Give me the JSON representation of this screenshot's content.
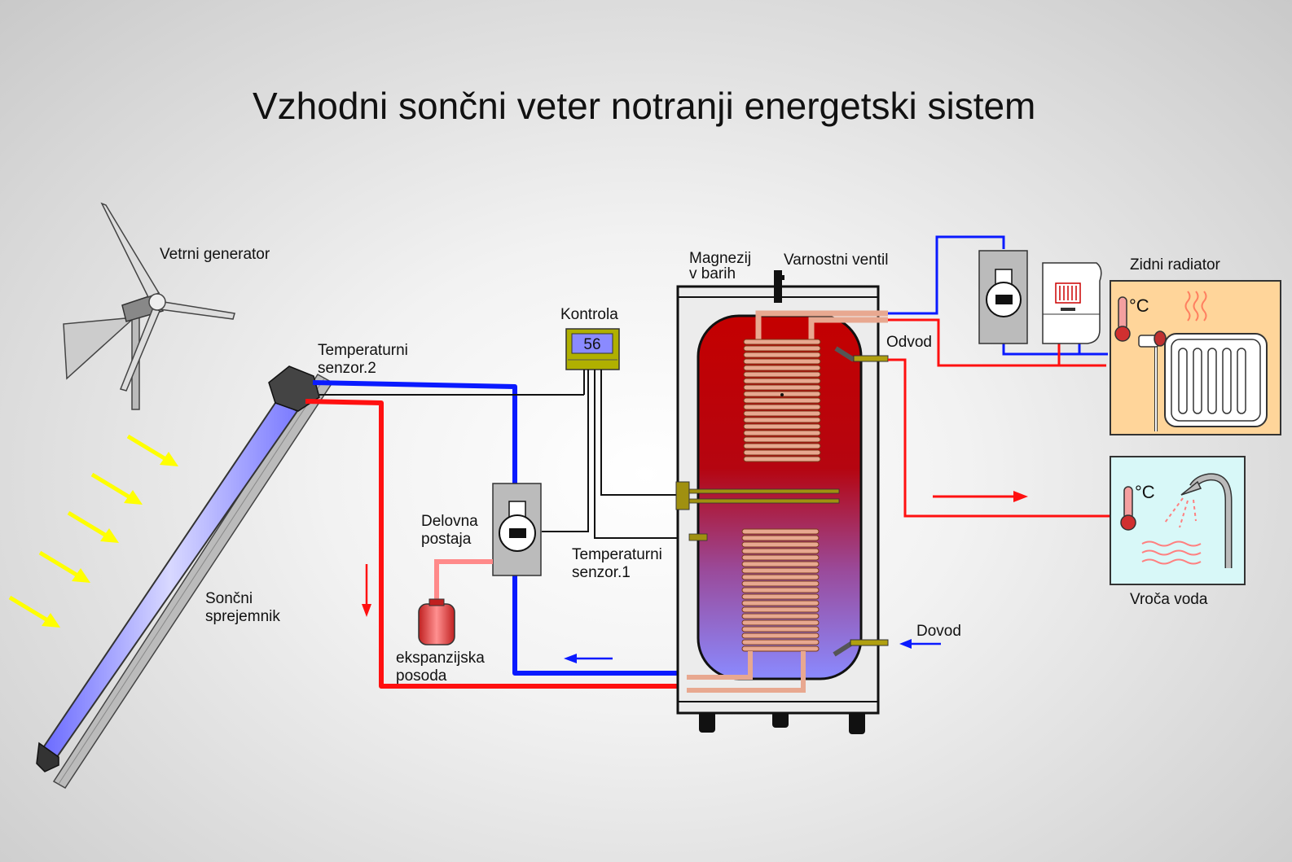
{
  "title": "Vzhodni sončni veter notranji energetski sistem",
  "labels": {
    "wind_generator": "Vetrni generator",
    "temp_sensor_2_line1": "Temperaturni",
    "temp_sensor_2_line2": "senzor.2",
    "control": "Kontrola",
    "control_display": "56",
    "magnesium_line1": "Magnezij",
    "magnesium_line2": "v barih",
    "safety_valve": "Varnostni ventil",
    "outlet": "Odvod",
    "wall_radiator": "Zidni radiator",
    "working_station_line1": "Delovna",
    "working_station_line2": "postaja",
    "temp_sensor_1_line1": "Temperaturni",
    "temp_sensor_1_line2": "senzor.1",
    "solar_collector_line1": "Sončni",
    "solar_collector_line2": "sprejemnik",
    "expansion_line1": "ekspanzijska",
    "expansion_line2": "posoda",
    "inlet": "Dovod",
    "hot_water": "Vroča voda",
    "celsius_radiator": "°C",
    "celsius_hotwater": "°C"
  },
  "colors": {
    "cold_pipe": "#0a1aff",
    "hot_pipe": "#ff1010",
    "copper": "#e8a890",
    "tank_top": "#c40000",
    "tank_bottom": "#8080ff",
    "radiator_panel": "#ffd59a",
    "hot_water_panel": "#d8f8f8",
    "sun_arrows": "#ffff00",
    "control_display": "#8a8aff",
    "control_body": "#b0b000"
  }
}
